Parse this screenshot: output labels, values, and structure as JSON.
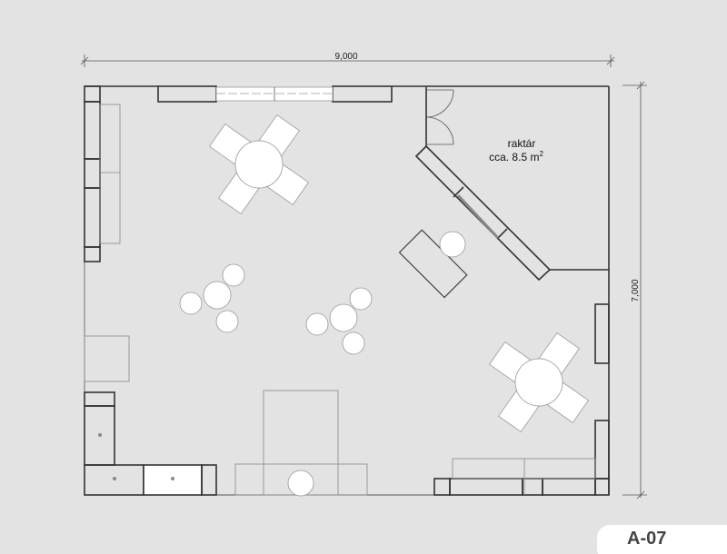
{
  "dimensions": {
    "width": "9,000",
    "height": "7,000"
  },
  "room": {
    "name": "raktár",
    "area": "cca. 8.5 m",
    "area_sup": "2"
  },
  "sheet_label": "A-07"
}
